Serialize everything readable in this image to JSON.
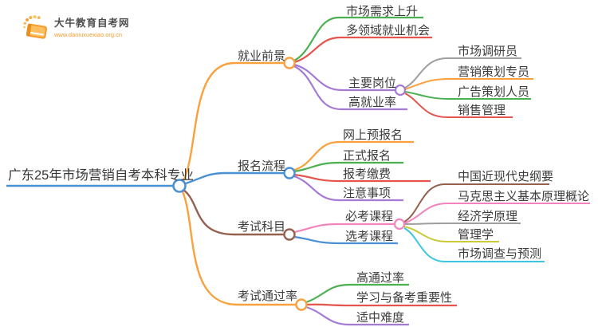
{
  "palette": {
    "blue": "#4a90d5",
    "orange": "#f9a13d",
    "green": "#4cb050",
    "red": "#e5544d",
    "purple": "#a57ad5",
    "brown": "#96604f",
    "pink": "#f283bc",
    "gray": "#9e9e9e",
    "olive": "#c9ca35",
    "cyan": "#3ec6e0",
    "text": "#3c3c3c",
    "node_fill": "#ffffff"
  },
  "logo": {
    "icon": "book-icon",
    "site_name": "大牛教育自考网",
    "site_url": "www.daniuxuexiao.org.cn"
  },
  "mm": {
    "root": {
      "label": "广东25年市场营销自考本科专业",
      "color": "blue"
    },
    "branches": [
      {
        "label": "就业前景",
        "color": "orange",
        "children": [
          {
            "label": "市场需求上升",
            "color": "green"
          },
          {
            "label": "多领域就业机会",
            "color": "red"
          },
          {
            "label": "主要岗位",
            "color": "purple",
            "children": [
              {
                "label": "市场调研员",
                "color": "gray"
              },
              {
                "label": "营销策划专员",
                "color": "orange"
              },
              {
                "label": "广告策划人员",
                "color": "green"
              },
              {
                "label": "销售管理",
                "color": "red"
              }
            ]
          },
          {
            "label": "高就业率",
            "color": "purple"
          }
        ]
      },
      {
        "label": "报名流程",
        "color": "blue",
        "children": [
          {
            "label": "网上预报名",
            "color": "orange"
          },
          {
            "label": "正式报名",
            "color": "green"
          },
          {
            "label": "报考缴费",
            "color": "red"
          },
          {
            "label": "注意事项",
            "color": "purple"
          }
        ]
      },
      {
        "label": "考试科目",
        "color": "brown",
        "children": [
          {
            "label": "必考课程",
            "color": "pink",
            "children": [
              {
                "label": "中国近现代史纲要",
                "color": "brown"
              },
              {
                "label": "马克思主义基本原理概论",
                "color": "pink"
              },
              {
                "label": "经济学原理",
                "color": "gray"
              },
              {
                "label": "管理学",
                "color": "olive"
              },
              {
                "label": "市场调查与预测",
                "color": "cyan"
              }
            ]
          },
          {
            "label": "选考课程",
            "color": "blue"
          }
        ]
      },
      {
        "label": "考试通过率",
        "color": "orange",
        "children": [
          {
            "label": "高通过率",
            "color": "green"
          },
          {
            "label": "学习与备考重要性",
            "color": "red"
          },
          {
            "label": "适中难度",
            "color": "purple"
          }
        ]
      }
    ]
  }
}
